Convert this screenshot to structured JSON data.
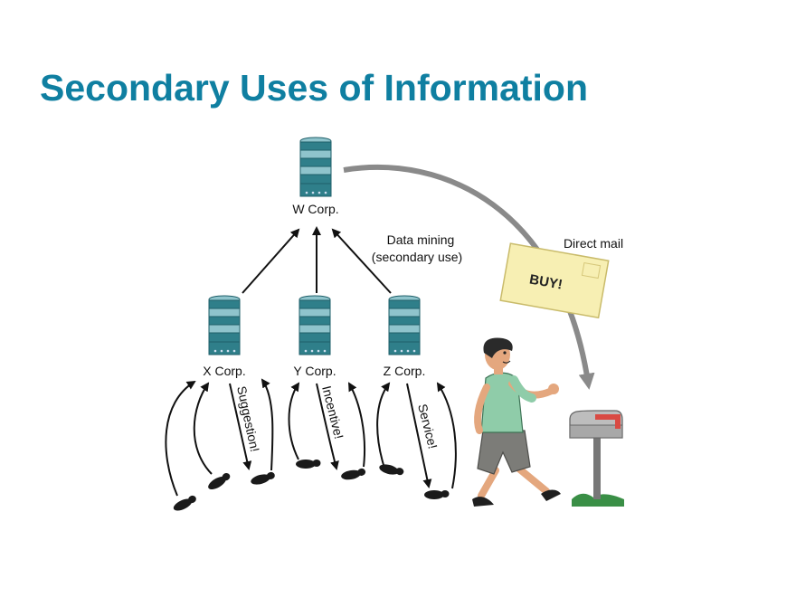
{
  "slide": {
    "title": "Secondary Uses of Information"
  },
  "nodes": {
    "w": "W Corp.",
    "x": "X Corp.",
    "y": "Y Corp.",
    "z": "Z Corp."
  },
  "edge_labels": {
    "x": "Suggestion!",
    "y": "Incentive!",
    "z": "Service!"
  },
  "annotations": {
    "data_mining_line1": "Data mining",
    "data_mining_line2": "(secondary use)",
    "direct_mail": "Direct mail",
    "envelope_text": "BUY!"
  },
  "colors": {
    "title": "#0f7fa1",
    "server_dark": "#2f7f8a",
    "server_light": "#8fc4cc",
    "envelope": "#f7efb3",
    "mail_arrow": "#8a8a8a"
  }
}
